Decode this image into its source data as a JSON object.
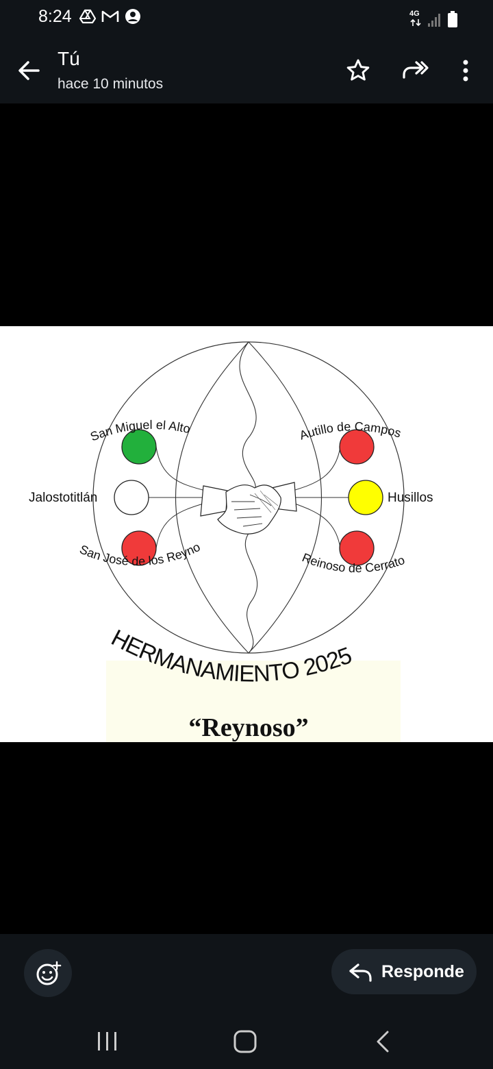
{
  "status_bar": {
    "time": "8:24",
    "network": "4G"
  },
  "header": {
    "title": "Tú",
    "subtitle": "hace 10 minutos"
  },
  "image": {
    "left_labels": [
      "San Miguel el Alto",
      "Jalostotitlán",
      "San José de los Reynoso"
    ],
    "right_labels": [
      "Autillo de Campos",
      "Husillos",
      "Reinoso de Cerrato"
    ],
    "headline": "HERMANAMIENTO 2025",
    "subheadline": "“Reynoso”",
    "left_dot_colors": [
      "#22b03c",
      "#ffffff",
      "#f03a3a"
    ],
    "right_dot_colors": [
      "#f03a3a",
      "#ffff00",
      "#f03a3a"
    ]
  },
  "bottom": {
    "reply_label": "Responde"
  },
  "colors": {
    "bar_bg": "#101418",
    "pill_bg": "#1e252c"
  }
}
